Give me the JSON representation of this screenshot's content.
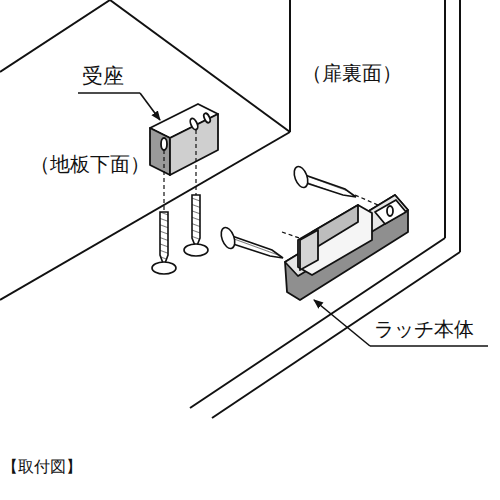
{
  "diagram": {
    "caption": "【取付図】",
    "labels": [
      "受座",
      "（扉裏面）",
      "（地板下面）",
      "ラッチ本体"
    ]
  }
}
